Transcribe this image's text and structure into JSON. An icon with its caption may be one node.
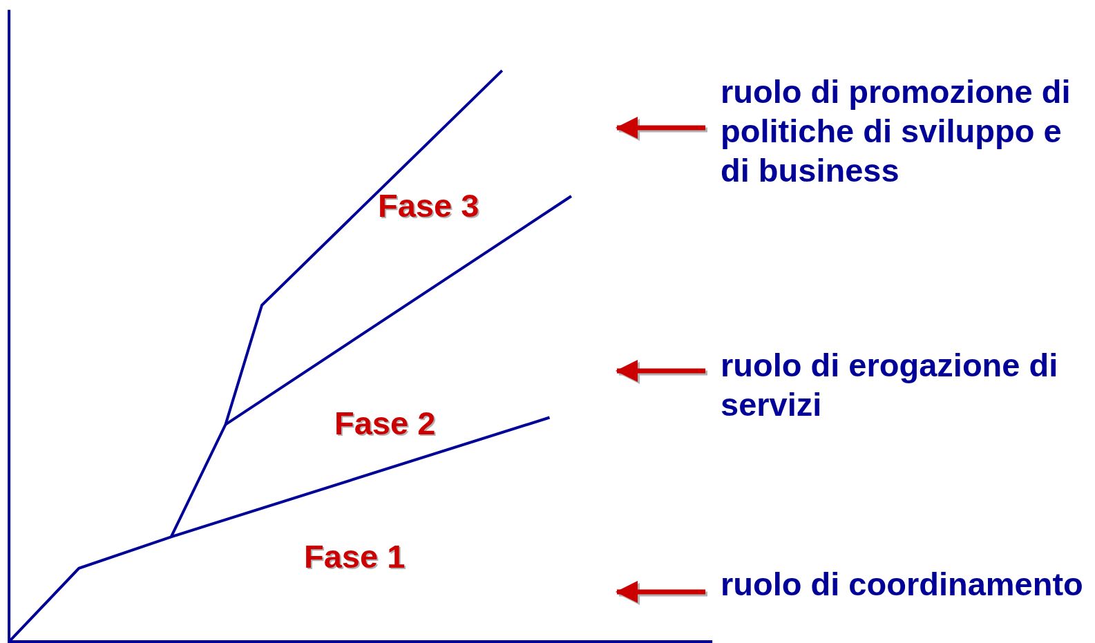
{
  "diagram": {
    "nodes": [
      {
        "text": [
          "ruolo di promozione di politiche di sviluppo e di business"
        ]
      },
      {
        "text": [
          "ruolo di erogazione di servizi"
        ]
      },
      {
        "text": [
          "ruolo di coordinamento"
        ]
      }
    ],
    "edges": [
      {
        "from": 0,
        "to": null,
        "arrow": "to"
      },
      {
        "from": 1,
        "to": null,
        "arrow": "to"
      },
      {
        "from": 2,
        "to": null,
        "arrow": "to"
      }
    ],
    "labels": [
      "Fase 3",
      "Fase 2",
      "Fase 1"
    ]
  }
}
